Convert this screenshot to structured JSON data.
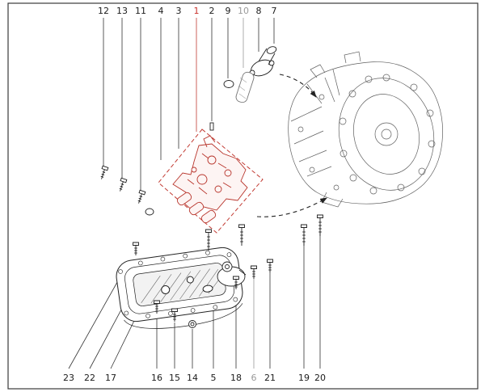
{
  "diagram": {
    "colors": {
      "highlight_red": "#c23b33",
      "line_black": "#222222",
      "muted_gray": "#9a9a9a"
    },
    "top_callouts": [
      {
        "label": "12",
        "tone": "default"
      },
      {
        "label": "13",
        "tone": "default"
      },
      {
        "label": "11",
        "tone": "default"
      },
      {
        "label": "4",
        "tone": "default"
      },
      {
        "label": "3",
        "tone": "default"
      },
      {
        "label": "1",
        "tone": "highlight"
      },
      {
        "label": "2",
        "tone": "default"
      },
      {
        "label": "9",
        "tone": "default"
      },
      {
        "label": "10",
        "tone": "muted"
      },
      {
        "label": "8",
        "tone": "default"
      },
      {
        "label": "7",
        "tone": "default"
      }
    ],
    "bottom_callouts": [
      {
        "label": "23",
        "tone": "default"
      },
      {
        "label": "22",
        "tone": "default"
      },
      {
        "label": "17",
        "tone": "default"
      },
      {
        "label": "16",
        "tone": "default"
      },
      {
        "label": "15",
        "tone": "default"
      },
      {
        "label": "14",
        "tone": "default"
      },
      {
        "label": "5",
        "tone": "default"
      },
      {
        "label": "18",
        "tone": "default"
      },
      {
        "label": "6",
        "tone": "muted"
      },
      {
        "label": "21",
        "tone": "default"
      },
      {
        "label": "19",
        "tone": "default"
      },
      {
        "label": "20",
        "tone": "default"
      }
    ]
  }
}
